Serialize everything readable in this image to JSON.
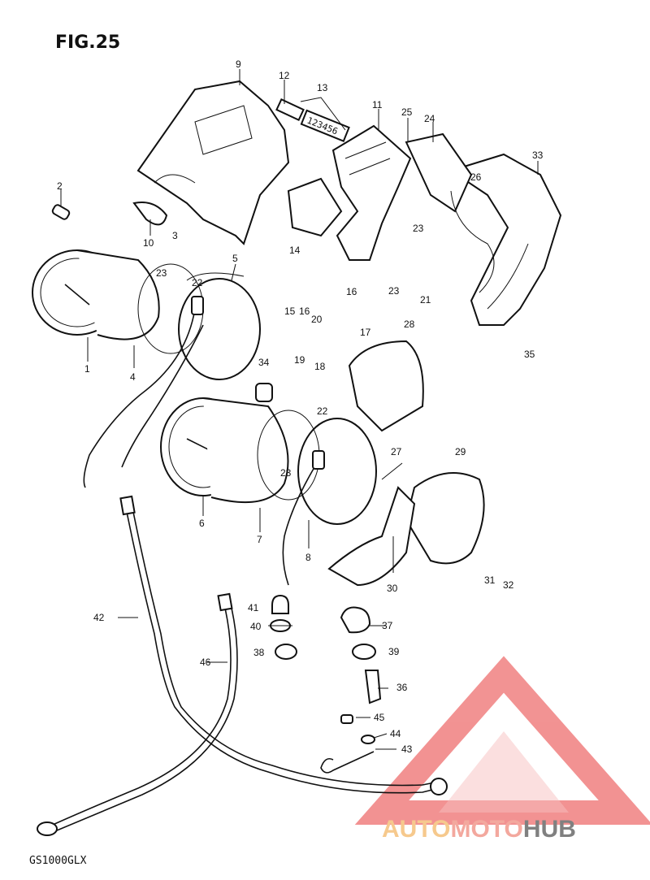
{
  "figure": {
    "title": "FIG.25",
    "model": "GS1000GLX"
  },
  "odometer_digits": "123456",
  "callouts": [
    "1",
    "2",
    "3",
    "4",
    "5",
    "6",
    "7",
    "8",
    "9",
    "10",
    "11",
    "12",
    "13",
    "14",
    "15",
    "16",
    "16",
    "17",
    "18",
    "19",
    "20",
    "21",
    "22",
    "22",
    "23",
    "23",
    "23",
    "23",
    "24",
    "25",
    "26",
    "27",
    "28",
    "29",
    "30",
    "31",
    "32",
    "33",
    "34",
    "35",
    "36",
    "37",
    "38",
    "39",
    "40",
    "41",
    "42",
    "43",
    "44",
    "45",
    "46"
  ],
  "watermark": {
    "brand_parts": [
      "AUTO",
      "MOTO",
      "HUB"
    ],
    "colors": {
      "auto": "#f5c07a",
      "moto": "#f29a8e",
      "hub": "#6b6b6b",
      "triangle": "#f08080"
    }
  }
}
